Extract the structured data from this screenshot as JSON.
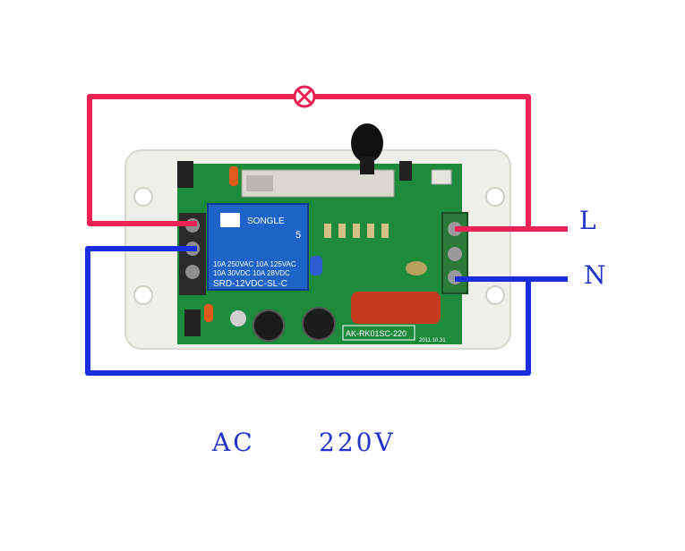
{
  "terminals": {
    "live": "L",
    "neutral": "N"
  },
  "supply": {
    "caption": "AC      220V"
  },
  "relay": {
    "brand": "SONGLE",
    "rating_line1": "10A 250VAC  10A 125VAC",
    "rating_line2": "10A  30VDC  10A  28VDC",
    "model": "SRD-12VDC-SL-C",
    "badge": "5"
  },
  "board": {
    "model": "AK-RK01SC-220",
    "date": "2011.10.31"
  },
  "colors": {
    "live_wire": "#ee2255",
    "neutral_wire": "#1a2ee0",
    "label": "#2233cc",
    "pcb": "#1e8a3c",
    "relay": "#1e63c8",
    "enclosure": "#f2f2ee"
  },
  "icons": {
    "lamp": "lamp-icon"
  }
}
